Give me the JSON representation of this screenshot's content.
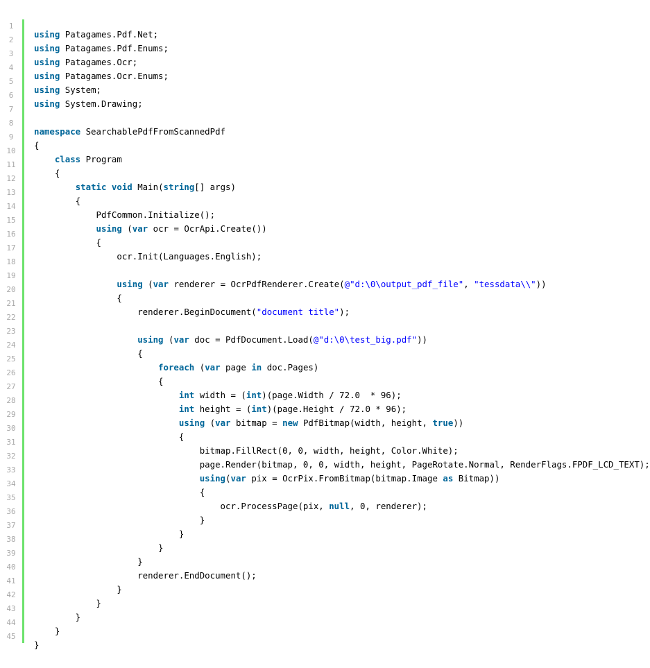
{
  "gutter": {
    "line_numbers": [
      "1",
      "2",
      "3",
      "4",
      "5",
      "6",
      "7",
      "8",
      "9",
      "10",
      "11",
      "12",
      "13",
      "14",
      "15",
      "16",
      "17",
      "18",
      "19",
      "20",
      "21",
      "22",
      "23",
      "24",
      "25",
      "26",
      "27",
      "28",
      "29",
      "30",
      "31",
      "32",
      "33",
      "34",
      "35",
      "36",
      "37",
      "38",
      "39",
      "40",
      "41",
      "42",
      "43",
      "44",
      "45"
    ]
  },
  "colors": {
    "gutter_border": "#6ce26c",
    "line_number": "#a8a8a8",
    "keyword": "#006699",
    "string": "#0000ff",
    "text": "#000000"
  },
  "code": {
    "lines": [
      [
        {
          "t": "kw",
          "v": "using"
        },
        {
          "t": "plain",
          "v": " Patagames.Pdf.Net;"
        }
      ],
      [
        {
          "t": "kw",
          "v": "using"
        },
        {
          "t": "plain",
          "v": " Patagames.Pdf.Enums;"
        }
      ],
      [
        {
          "t": "kw",
          "v": "using"
        },
        {
          "t": "plain",
          "v": " Patagames.Ocr;"
        }
      ],
      [
        {
          "t": "kw",
          "v": "using"
        },
        {
          "t": "plain",
          "v": " Patagames.Ocr.Enums;"
        }
      ],
      [
        {
          "t": "kw",
          "v": "using"
        },
        {
          "t": "plain",
          "v": " System;"
        }
      ],
      [
        {
          "t": "kw",
          "v": "using"
        },
        {
          "t": "plain",
          "v": " System.Drawing;"
        }
      ],
      [],
      [
        {
          "t": "kw",
          "v": "namespace"
        },
        {
          "t": "plain",
          "v": " SearchablePdfFromScannedPdf"
        }
      ],
      [
        {
          "t": "plain",
          "v": "{"
        }
      ],
      [
        {
          "t": "plain",
          "v": "    "
        },
        {
          "t": "kw",
          "v": "class"
        },
        {
          "t": "plain",
          "v": " Program"
        }
      ],
      [
        {
          "t": "plain",
          "v": "    {"
        }
      ],
      [
        {
          "t": "plain",
          "v": "        "
        },
        {
          "t": "kw",
          "v": "static"
        },
        {
          "t": "plain",
          "v": " "
        },
        {
          "t": "kw",
          "v": "void"
        },
        {
          "t": "plain",
          "v": " Main("
        },
        {
          "t": "kw",
          "v": "string"
        },
        {
          "t": "plain",
          "v": "[] args)"
        }
      ],
      [
        {
          "t": "plain",
          "v": "        {"
        }
      ],
      [
        {
          "t": "plain",
          "v": "            PdfCommon.Initialize();"
        }
      ],
      [
        {
          "t": "plain",
          "v": "            "
        },
        {
          "t": "kw",
          "v": "using"
        },
        {
          "t": "plain",
          "v": " ("
        },
        {
          "t": "kw",
          "v": "var"
        },
        {
          "t": "plain",
          "v": " ocr = OcrApi.Create())"
        }
      ],
      [
        {
          "t": "plain",
          "v": "            {"
        }
      ],
      [
        {
          "t": "plain",
          "v": "                ocr.Init(Languages.English);"
        }
      ],
      [],
      [
        {
          "t": "plain",
          "v": "                "
        },
        {
          "t": "kw",
          "v": "using"
        },
        {
          "t": "plain",
          "v": " ("
        },
        {
          "t": "kw",
          "v": "var"
        },
        {
          "t": "plain",
          "v": " renderer = OcrPdfRenderer.Create("
        },
        {
          "t": "str",
          "v": "@\"d:\\0\\output_pdf_file\""
        },
        {
          "t": "plain",
          "v": ", "
        },
        {
          "t": "str",
          "v": "\"tessdata\\\\\""
        },
        {
          "t": "plain",
          "v": "))"
        }
      ],
      [
        {
          "t": "plain",
          "v": "                {"
        }
      ],
      [
        {
          "t": "plain",
          "v": "                    renderer.BeginDocument("
        },
        {
          "t": "str",
          "v": "\"document title\""
        },
        {
          "t": "plain",
          "v": ");"
        }
      ],
      [],
      [
        {
          "t": "plain",
          "v": "                    "
        },
        {
          "t": "kw",
          "v": "using"
        },
        {
          "t": "plain",
          "v": " ("
        },
        {
          "t": "kw",
          "v": "var"
        },
        {
          "t": "plain",
          "v": " doc = PdfDocument.Load("
        },
        {
          "t": "str",
          "v": "@\"d:\\0\\test_big.pdf\""
        },
        {
          "t": "plain",
          "v": "))"
        }
      ],
      [
        {
          "t": "plain",
          "v": "                    {"
        }
      ],
      [
        {
          "t": "plain",
          "v": "                        "
        },
        {
          "t": "kw",
          "v": "foreach"
        },
        {
          "t": "plain",
          "v": " ("
        },
        {
          "t": "kw",
          "v": "var"
        },
        {
          "t": "plain",
          "v": " page "
        },
        {
          "t": "kw",
          "v": "in"
        },
        {
          "t": "plain",
          "v": " doc.Pages)"
        }
      ],
      [
        {
          "t": "plain",
          "v": "                        {"
        }
      ],
      [
        {
          "t": "plain",
          "v": "                            "
        },
        {
          "t": "kw",
          "v": "int"
        },
        {
          "t": "plain",
          "v": " width = ("
        },
        {
          "t": "kw",
          "v": "int"
        },
        {
          "t": "plain",
          "v": ")(page.Width / 72.0  * 96);"
        }
      ],
      [
        {
          "t": "plain",
          "v": "                            "
        },
        {
          "t": "kw",
          "v": "int"
        },
        {
          "t": "plain",
          "v": " height = ("
        },
        {
          "t": "kw",
          "v": "int"
        },
        {
          "t": "plain",
          "v": ")(page.Height / 72.0 * 96);"
        }
      ],
      [
        {
          "t": "plain",
          "v": "                            "
        },
        {
          "t": "kw",
          "v": "using"
        },
        {
          "t": "plain",
          "v": " ("
        },
        {
          "t": "kw",
          "v": "var"
        },
        {
          "t": "plain",
          "v": " bitmap = "
        },
        {
          "t": "kw",
          "v": "new"
        },
        {
          "t": "plain",
          "v": " PdfBitmap(width, height, "
        },
        {
          "t": "kw",
          "v": "true"
        },
        {
          "t": "plain",
          "v": "))"
        }
      ],
      [
        {
          "t": "plain",
          "v": "                            {"
        }
      ],
      [
        {
          "t": "plain",
          "v": "                                bitmap.FillRect(0, 0, width, height, Color.White);"
        }
      ],
      [
        {
          "t": "plain",
          "v": "                                page.Render(bitmap, 0, 0, width, height, PageRotate.Normal, RenderFlags.FPDF_LCD_TEXT);"
        }
      ],
      [
        {
          "t": "plain",
          "v": "                                "
        },
        {
          "t": "kw",
          "v": "using"
        },
        {
          "t": "plain",
          "v": "("
        },
        {
          "t": "kw",
          "v": "var"
        },
        {
          "t": "plain",
          "v": " pix = OcrPix.FromBitmap(bitmap.Image "
        },
        {
          "t": "kw",
          "v": "as"
        },
        {
          "t": "plain",
          "v": " Bitmap))"
        }
      ],
      [
        {
          "t": "plain",
          "v": "                                {"
        }
      ],
      [
        {
          "t": "plain",
          "v": "                                    ocr.ProcessPage(pix, "
        },
        {
          "t": "kw",
          "v": "null"
        },
        {
          "t": "plain",
          "v": ", 0, renderer);"
        }
      ],
      [
        {
          "t": "plain",
          "v": "                                }"
        }
      ],
      [
        {
          "t": "plain",
          "v": "                            }"
        }
      ],
      [
        {
          "t": "plain",
          "v": "                        }"
        }
      ],
      [
        {
          "t": "plain",
          "v": "                    }"
        }
      ],
      [
        {
          "t": "plain",
          "v": "                    renderer.EndDocument();"
        }
      ],
      [
        {
          "t": "plain",
          "v": "                }"
        }
      ],
      [
        {
          "t": "plain",
          "v": "            }"
        }
      ],
      [
        {
          "t": "plain",
          "v": "        }"
        }
      ],
      [
        {
          "t": "plain",
          "v": "    }"
        }
      ],
      [
        {
          "t": "plain",
          "v": "}"
        }
      ]
    ]
  }
}
